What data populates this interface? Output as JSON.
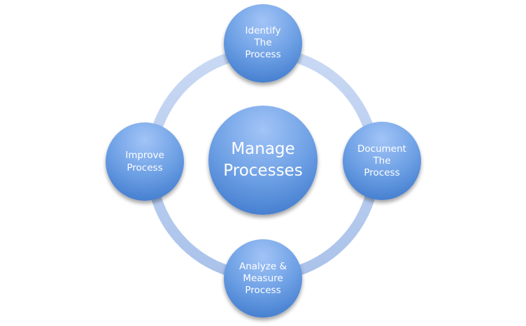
{
  "diagram": {
    "center": {
      "line1": "Manage",
      "line2": "Processes"
    },
    "nodes": {
      "top": {
        "line1": "Identify",
        "line2": "The",
        "line3": "Process"
      },
      "right": {
        "line1": "Document",
        "line2": "The",
        "line3": "Process"
      },
      "bottom": {
        "line1": "Analyze &",
        "line2": "Measure",
        "line3": "Process"
      },
      "left": {
        "line1": "Improve",
        "line2": "Process"
      }
    },
    "colors": {
      "ring": "#bcd0f0",
      "node_top": "#8fb6f2",
      "node_bottom": "#4a84d4",
      "text": "#ffffff"
    }
  }
}
